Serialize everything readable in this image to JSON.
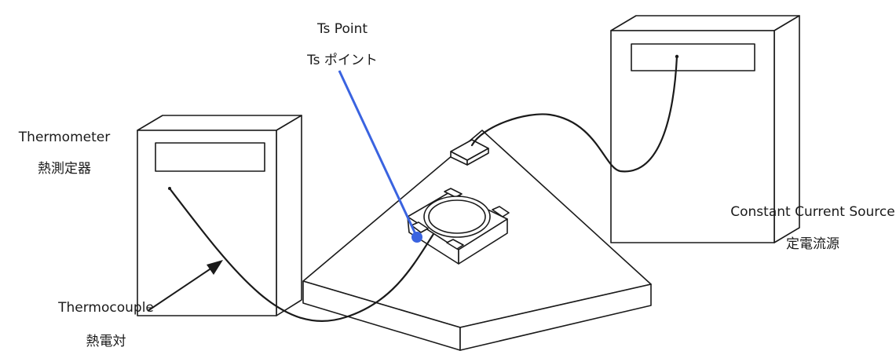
{
  "labels": {
    "ts_point_en": "Ts Point",
    "ts_point_ja": "Ts ポイント",
    "thermometer_en": "Thermometer",
    "thermometer_ja": "熱測定器",
    "thermocouple_en": "Thermocouple",
    "thermocouple_ja": "熱電対",
    "current_source_en": "Constant Current Source",
    "current_source_ja": "定電流源"
  },
  "colors": {
    "line": "#1a1a1a",
    "fill": "#ffffff",
    "pointer_blue": "#3a63e0",
    "background": "#ffffff"
  }
}
